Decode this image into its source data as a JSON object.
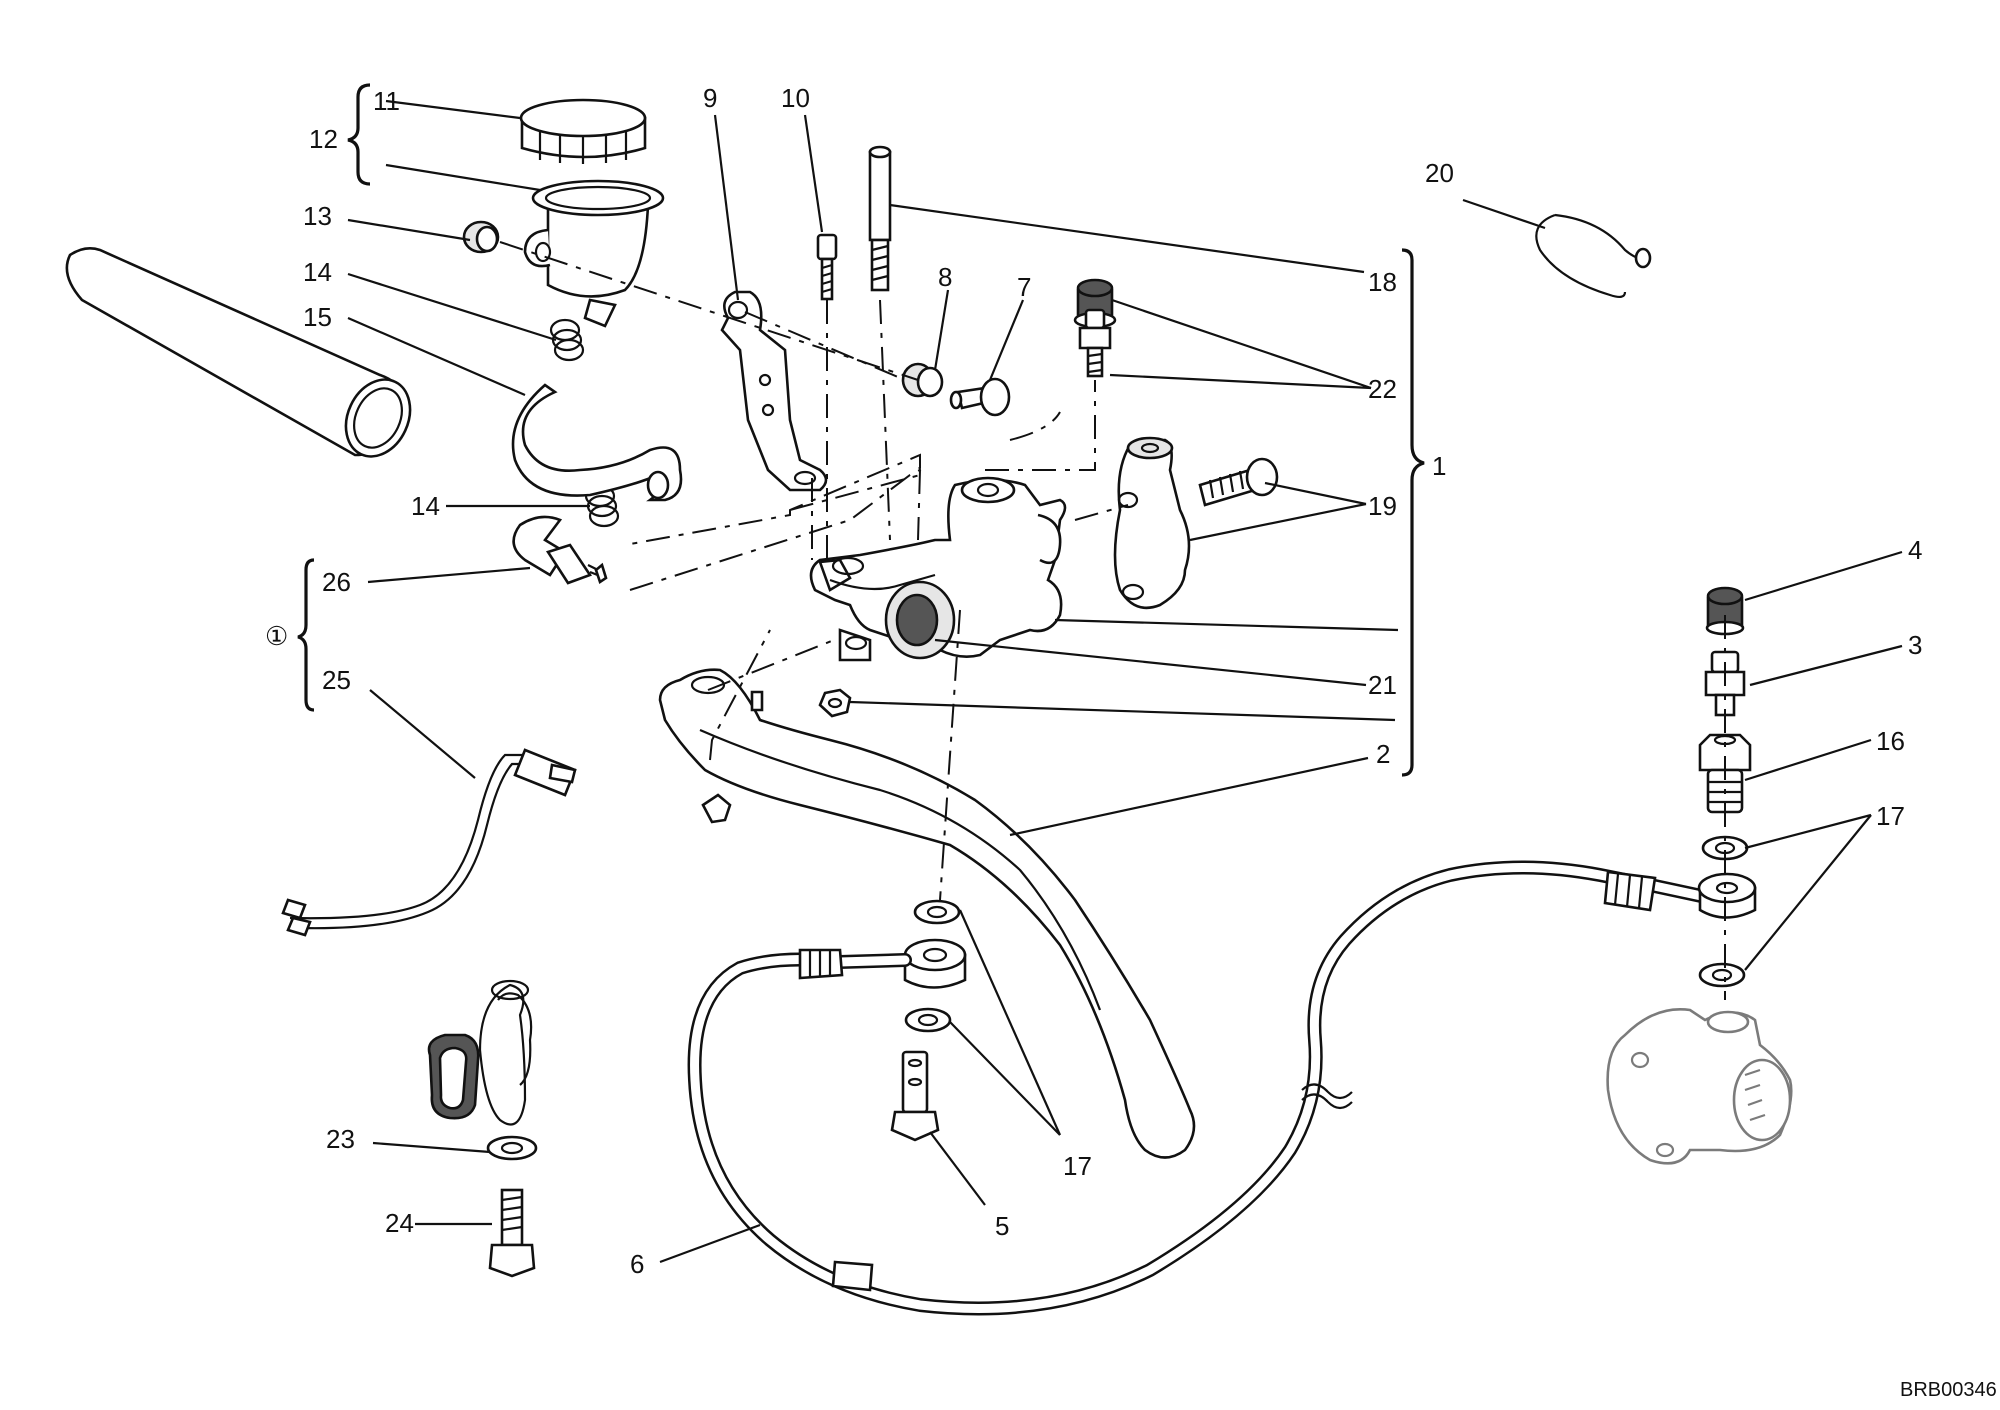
{
  "drawing_code": "BRB00346",
  "group_marker": "①",
  "callouts": [
    "1",
    "2",
    "3",
    "4",
    "5",
    "6",
    "7",
    "8",
    "9",
    "10",
    "11",
    "12",
    "13",
    "14",
    "14",
    "15",
    "16",
    "17",
    "17",
    "18",
    "19",
    "20",
    "21",
    "22",
    "23",
    "24",
    "25",
    "26"
  ]
}
